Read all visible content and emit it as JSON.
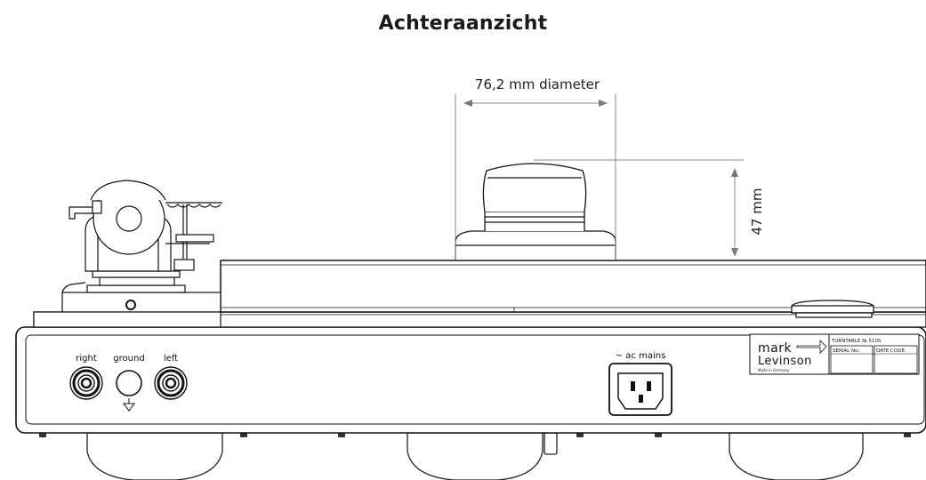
{
  "title": "Achteraanzicht",
  "dimensions": {
    "diameter_label": "76,2 mm diameter",
    "height_label": "47 mm"
  },
  "connectors": {
    "right_label": "right",
    "ground_label": "ground",
    "left_label": "left"
  },
  "power": {
    "ac_mains_label": "~ ac mains"
  },
  "nameplate": {
    "logo_line1": "mark",
    "logo_line2": "Levinson",
    "made_in": "Made in Germany",
    "turntable_label": "TURNTABLE № 5105",
    "serial_label": "SERIAL No:",
    "date_code_label": "DATE CODE:"
  }
}
